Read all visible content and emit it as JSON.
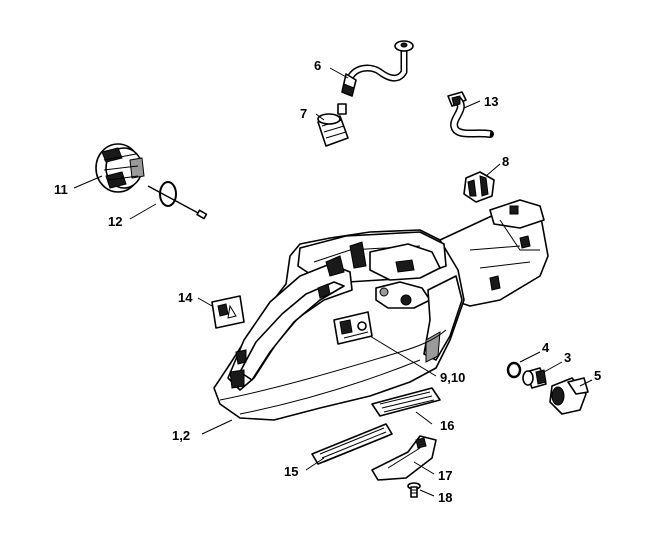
{
  "callouts": {
    "c1_2": "1,2",
    "c3": "3",
    "c4": "4",
    "c5": "5",
    "c6": "6",
    "c7": "7",
    "c8": "8",
    "c9_10": "9,10",
    "c11": "11",
    "c12": "12",
    "c13": "13",
    "c14": "14",
    "c15": "15",
    "c16": "16",
    "c17": "17",
    "c18": "18"
  }
}
